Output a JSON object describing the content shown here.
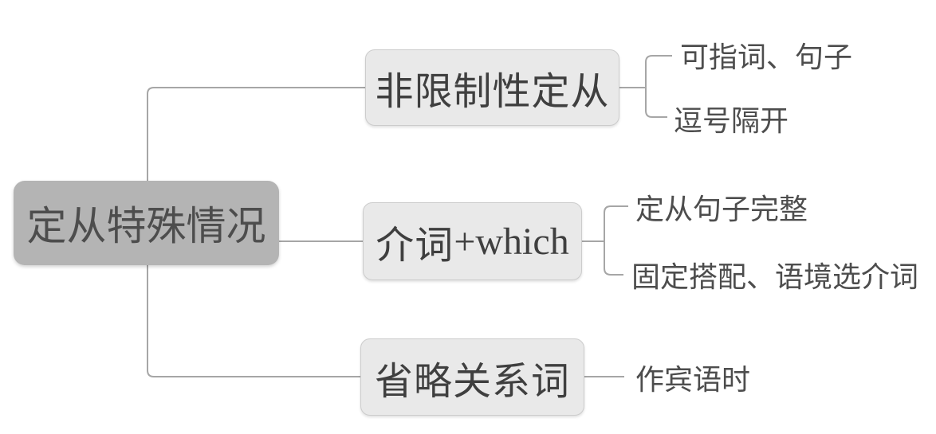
{
  "root": {
    "label": "定从特殊情况"
  },
  "branches": [
    {
      "label": "非限制性定从",
      "leaves": [
        "可指词、句子",
        "逗号隔开"
      ]
    },
    {
      "label_cjk": "介词",
      "label_latin": "+which",
      "leaves": [
        "定从句子完整",
        "固定搭配、语境选介词"
      ]
    },
    {
      "label": "省略关系词",
      "leaves": [
        "作宾语时"
      ]
    }
  ],
  "colors": {
    "background": "#ffffff",
    "root_fill": "#b4b4b4",
    "branch_fill": "#e9e9e9",
    "branch_border": "#cccccc",
    "connector": "#a6a6a6",
    "root_text": "#4d4d4d",
    "branch_text": "#3f3f3f",
    "leaf_text": "#4d4d4d"
  }
}
